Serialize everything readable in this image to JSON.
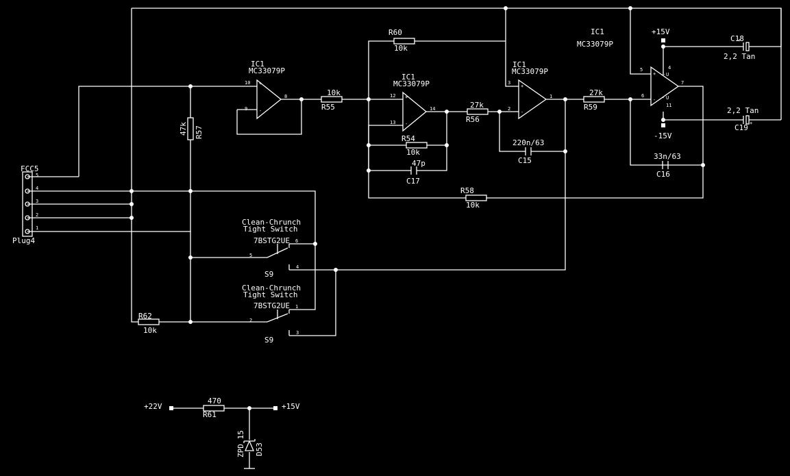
{
  "colors": {
    "background": "#000000",
    "ink": "#ffffff"
  },
  "opamps": {
    "u1": {
      "name": "IC1",
      "part": "MC33079P",
      "pin_plus": "10",
      "pin_minus": "9",
      "pin_out": "8"
    },
    "u2": {
      "name": "IC1",
      "part": "MC33079P",
      "pin_plus": "12",
      "pin_minus": "13",
      "pin_out": "14"
    },
    "u3": {
      "name": "IC1",
      "part": "MC33079P",
      "pin_plus": "3",
      "pin_minus": "2",
      "pin_out": "1"
    },
    "u4": {
      "name": "IC1",
      "part": "MC33079P",
      "pin_plus": "5",
      "pin_minus": "6",
      "pin_out": "7",
      "pin_vpos": "4",
      "pin_vneg": "11",
      "vpos_mark": "U",
      "vneg_mark": "U"
    }
  },
  "resistors": {
    "r55": {
      "ref": "R55",
      "value": "10k"
    },
    "r60": {
      "ref": "R60",
      "value": "10k"
    },
    "r54": {
      "ref": "R54",
      "value": "10k"
    },
    "r56": {
      "ref": "R56",
      "value": "27k"
    },
    "r58": {
      "ref": "R58",
      "value": "10k"
    },
    "r59": {
      "ref": "R59",
      "value": "27k"
    },
    "r57": {
      "ref": "R57",
      "value": "47k"
    },
    "r62": {
      "ref": "R62",
      "value": "10k"
    },
    "r61": {
      "ref": "R61",
      "value": "470"
    }
  },
  "capacitors": {
    "c15": {
      "ref": "C15",
      "value": "220n/63"
    },
    "c16": {
      "ref": "C16",
      "value": "33n/63"
    },
    "c17": {
      "ref": "C17",
      "value": "47p"
    },
    "c18": {
      "ref": "C18",
      "value": "2,2  Tan"
    },
    "c19": {
      "ref": "C19",
      "value": "2,2  Tan"
    }
  },
  "supplies": {
    "vpos": "+15V",
    "vneg": "-15V",
    "in22": "+22V",
    "out15": "+15V"
  },
  "diode": {
    "ref": "D53",
    "value": "ZPD 15"
  },
  "connector": {
    "ref": "FCC5",
    "part": "Plug4",
    "pins": [
      "5",
      "4",
      "3",
      "2",
      "1"
    ]
  },
  "switches": {
    "s_top": {
      "title1": "Clean-Chrunch",
      "title2": "Tight Switch",
      "part": "7BSTG2UE",
      "ref": "S9",
      "pin_common": "5",
      "pin_a": "6",
      "pin_b": "4"
    },
    "s_bot": {
      "title1": "Clean-Chrunch",
      "title2": "Tight Switch",
      "part": "7BSTG2UE",
      "ref": "S9",
      "pin_common": "2",
      "pin_a": "1",
      "pin_b": "3"
    }
  }
}
